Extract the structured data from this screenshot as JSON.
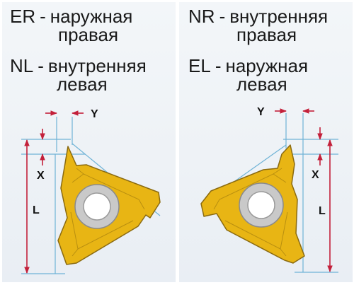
{
  "left_panel": {
    "legend": [
      {
        "code": "ER",
        "separator": "-",
        "description_line1": "наружная",
        "description_line2": "правая"
      },
      {
        "code": "NL",
        "separator": "-",
        "description_line1": "внутренняя",
        "description_line2": "левая"
      }
    ],
    "dimensions": {
      "y": "Y",
      "x": "X",
      "l": "L"
    }
  },
  "right_panel": {
    "legend": [
      {
        "code": "NR",
        "separator": "-",
        "description_line1": "внутренняя",
        "description_line2": "правая"
      },
      {
        "code": "EL",
        "separator": "-",
        "description_line1": "наружная",
        "description_line2": "левая"
      }
    ],
    "dimensions": {
      "y": "Y",
      "x": "X",
      "l": "L"
    }
  },
  "colors": {
    "insert_fill": "#e8b514",
    "insert_edge": "#8a6a10",
    "hole": "#c9c9c9",
    "dimension_line": "#c3203a",
    "guide_line": "#6fb3d6"
  }
}
